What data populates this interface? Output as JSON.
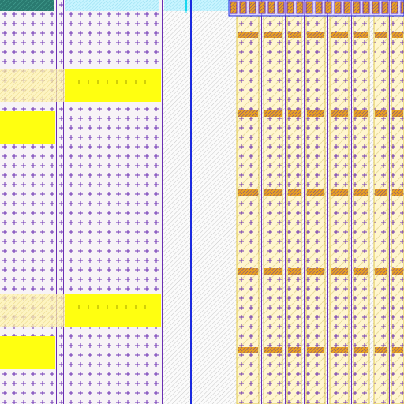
{
  "layout_viewer": {
    "colors": {
      "background": "#f7f3f7",
      "cross_marker": "#6b2fb3",
      "metal_yellow": "#ffff10",
      "poly_blue": "#1a2adf",
      "contact_orange": "#f0a020",
      "active_teal": "#2a7a70",
      "via_cyan": "#17d7ef",
      "diffusion_tan": "#fff6cf"
    },
    "layers": [
      {
        "name": "nwell",
        "icon": "cross-dot-pattern"
      },
      {
        "name": "metal1",
        "icon": "solid-yellow"
      },
      {
        "name": "poly",
        "icon": "blue-line"
      },
      {
        "name": "contact",
        "icon": "orange-hatch"
      },
      {
        "name": "active",
        "icon": "teal-hatch"
      },
      {
        "name": "diffusion",
        "icon": "tan-hatch"
      }
    ]
  }
}
